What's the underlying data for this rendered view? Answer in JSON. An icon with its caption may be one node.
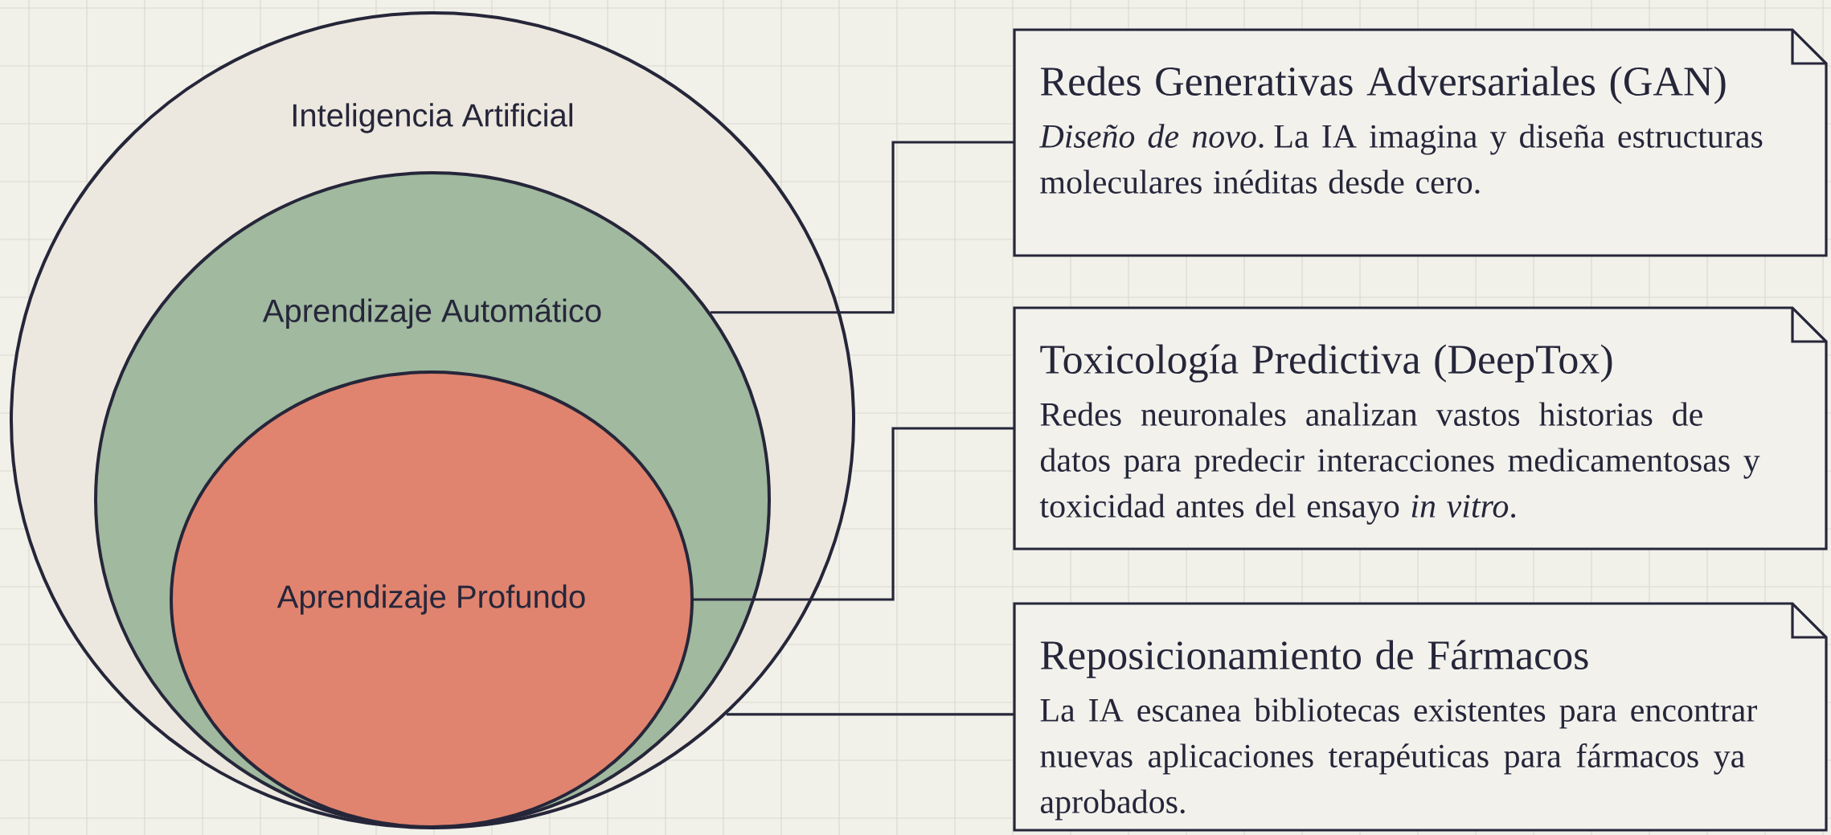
{
  "diagram": {
    "nodes": [
      {
        "text": [
          "Inteligencia Artificial"
        ]
      },
      {
        "text": [
          "Aprendizaje Automático"
        ],
        "in": 0
      },
      {
        "text": [
          "Aprendizaje Profundo"
        ],
        "in": 1
      },
      {
        "text": [
          "Redes Generativas Adversariales (GAN)",
          "*Diseño de novo*. La IA imagina y diseña estructuras moleculares inéditas desde cero."
        ]
      },
      {
        "text": [
          "Toxicología Predictiva (DeepTox)",
          "Redes neuronales analizan vastos historias de datos para predecir interacciones medicamentosas y toxicidad antes del ensayo *in vitro*."
        ]
      },
      {
        "text": [
          "Reposicionamiento de Fármacos",
          "La IA escanea bibliotecas existentes para encontrar nuevas aplicaciones terapéuticas para fármacos ya aprobados."
        ]
      }
    ],
    "edges": [
      {
        "from": 1,
        "to": 3,
        "arrow": "none"
      },
      {
        "from": 2,
        "to": 4,
        "arrow": "none"
      },
      {
        "from": 0,
        "to": 5,
        "arrow": "none"
      }
    ]
  }
}
